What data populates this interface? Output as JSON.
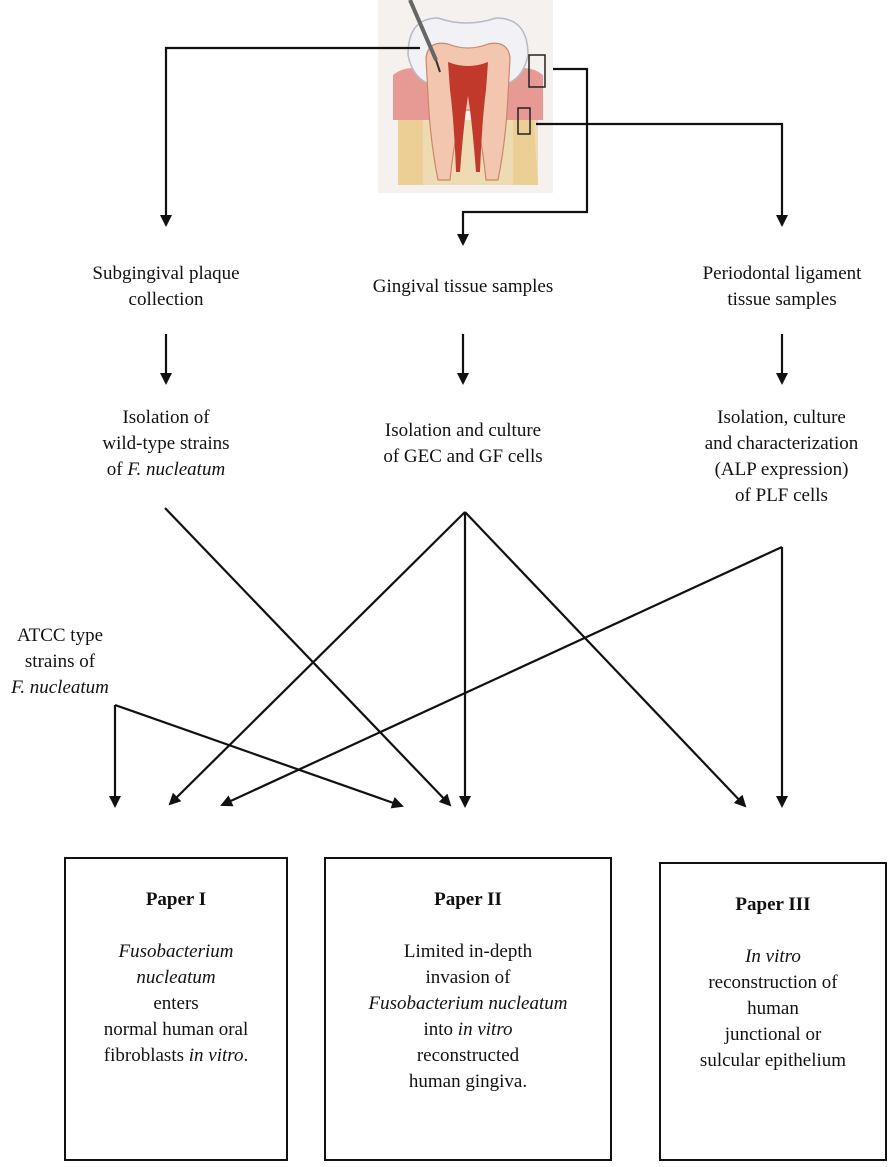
{
  "nodes": {
    "plaque": {
      "line1": "Subgingival plaque",
      "line2": "collection"
    },
    "gingival": {
      "line1": "Gingival tissue samples"
    },
    "pdl": {
      "line1": "Periodontal ligament",
      "line2": "tissue samples"
    },
    "isolation_fn": {
      "line1": "Isolation of",
      "line2": "wild-type strains",
      "line3_prefix": "of ",
      "line3_italic": "F. nucleatum"
    },
    "isolation_gec": {
      "line1": "Isolation and culture",
      "line2": "of GEC and GF cells"
    },
    "isolation_plf": {
      "line1": "Isolation, culture",
      "line2": "and characterization",
      "line3": "(ALP expression)",
      "line4": "of PLF cells"
    },
    "atcc": {
      "line1": "ATCC type",
      "line2": "strains of",
      "line3_italic": "F. nucleatum"
    }
  },
  "papers": {
    "p1": {
      "title": "Paper I",
      "l1": "Fusobacterium",
      "l2": "nucleatum",
      "l3": "enters",
      "l4": "normal human oral",
      "l5a": "fibroblasts ",
      "l5b": "in vitro",
      "l5c": "."
    },
    "p2": {
      "title": "Paper II",
      "l1": "Limited in-depth",
      "l2": "invasion of",
      "l3": "Fusobacterium nucleatum",
      "l4a": "into ",
      "l4b": "in vitro",
      "l5": "reconstructed",
      "l6": "human gingiva."
    },
    "p3": {
      "title": "Paper III",
      "l1": "In vitro",
      "l2": "reconstruction of",
      "l3": "human",
      "l4": "junctional or",
      "l5": "sulcular epithelium"
    }
  },
  "colors": {
    "ink": "#111111",
    "enamel": "#f2f2f6",
    "dentin": "#f3c6b0",
    "pulp": "#c0392b",
    "bone": "#e9c98a",
    "gum": "#e79a93"
  }
}
